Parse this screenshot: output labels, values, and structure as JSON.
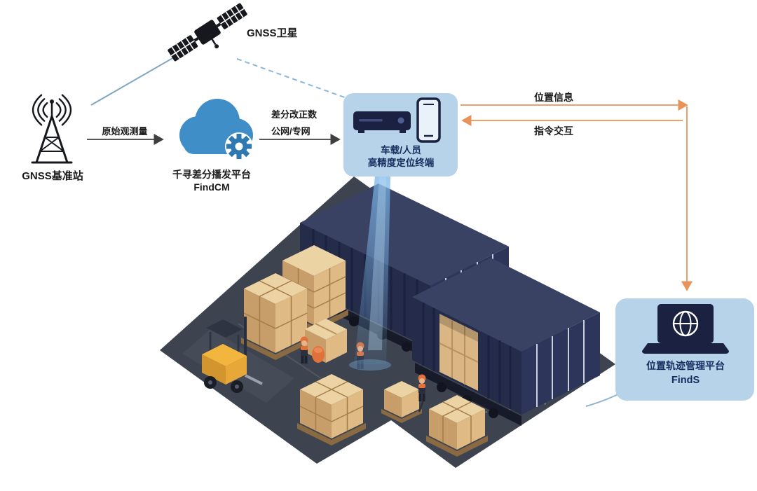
{
  "nodes": {
    "satellite": {
      "label": "GNSS卫星",
      "icon": "satellite-icon"
    },
    "base_station": {
      "label": "GNSS基准站",
      "icon": "base-station-icon"
    },
    "cloud_platform": {
      "name": "千寻差分播发平台",
      "product": "FindCM",
      "icon": "cloud-gear-icon"
    },
    "terminal": {
      "line1": "车载/人员",
      "line2": "高精度定位终端",
      "icons": [
        "receiver-icon",
        "smartphone-icon"
      ]
    },
    "management_platform": {
      "name": "位置轨迹管理平台",
      "product": "FindS",
      "icon": "laptop-globe-icon"
    }
  },
  "flows": {
    "raw_observation": {
      "label": "原始观测量"
    },
    "correction": {
      "line1": "差分改正数",
      "line2": "公网/专网"
    },
    "position_info": {
      "label": "位置信息"
    },
    "command_interaction": {
      "label": "指令交互"
    }
  },
  "scene": {
    "icons": [
      "shipping-container-icon",
      "forklift-icon",
      "pallet-boxes-icon",
      "worker-icon",
      "positioning-beam"
    ]
  },
  "colors": {
    "panel_blue": "#b7d3e9",
    "cloud_blue": "#3f8ec8",
    "gear_blue": "#2e79b2",
    "arrow_orange": "#e8935a",
    "arrow_gray": "#3f3f3f",
    "container_navy": "#252c4a",
    "carton_tan": "#dfba85",
    "floor_dark": "#3d434f",
    "text_dark": "#1a1a1a",
    "text_navy": "#152c5e"
  }
}
